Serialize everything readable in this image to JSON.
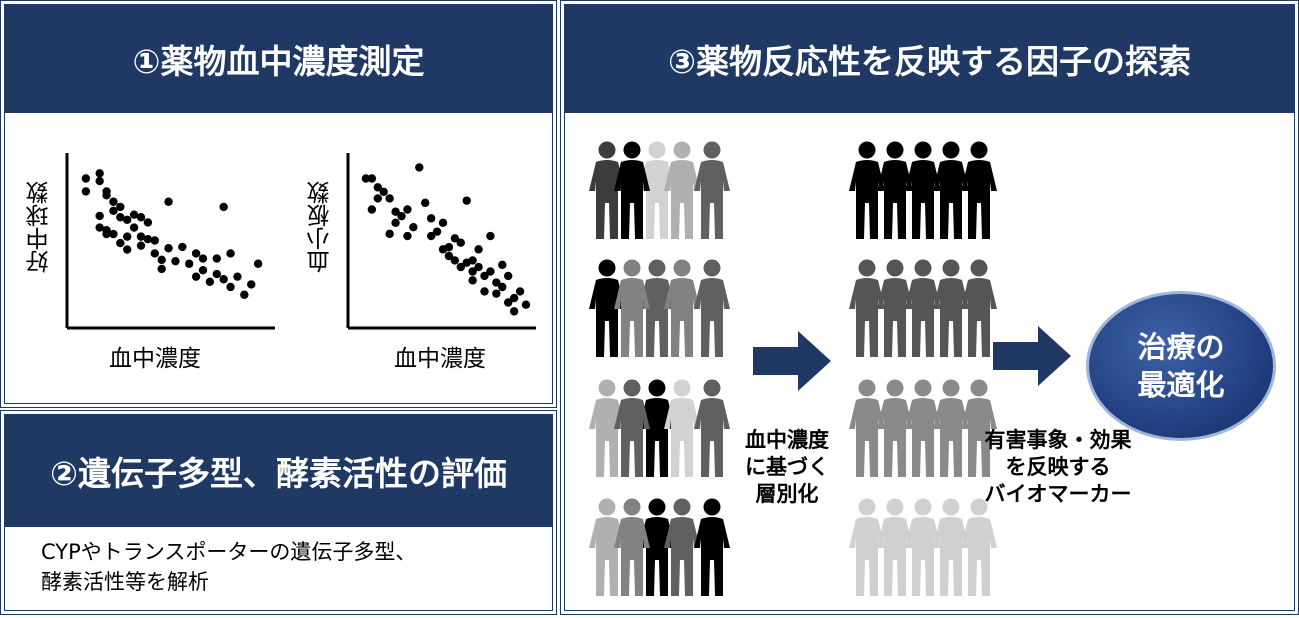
{
  "panel1": {
    "title": "①薬物血中濃度測定",
    "plot_left": {
      "ylabel": "好中球数",
      "xlabel": "血中濃度"
    },
    "plot_right": {
      "ylabel": "血小板数",
      "xlabel": "血中濃度"
    }
  },
  "panel2": {
    "title": "②遺伝子多型、酵素活性の評価",
    "body_line1": "CYPやトランスポーターの遺伝子多型、",
    "body_line2": "酵素活性等を解析"
  },
  "panel3": {
    "title": "③薬物反応性を反映する因子の探索",
    "step1_lines": [
      "血中濃度",
      "に基づく",
      "層別化"
    ],
    "step2_lines": [
      "有害事象・効果",
      "を反映する",
      "バイオマーカー"
    ],
    "result_lines": [
      "治療の",
      "最適化"
    ]
  },
  "colors": {
    "header_bg": "#1f3864",
    "arrow": "#1f3864",
    "ellipse": "#2b4f95"
  },
  "icons": {
    "person": "person-icon",
    "arrow": "right-arrow-icon"
  },
  "chart_data": [
    {
      "type": "scatter",
      "ylabel": "好中球数",
      "xlabel": "血中濃度",
      "points": [
        [
          1,
          10.8
        ],
        [
          1,
          9.8
        ],
        [
          3,
          11.2
        ],
        [
          3,
          10.6
        ],
        [
          4,
          9.8
        ],
        [
          4,
          9.5
        ],
        [
          5,
          9
        ],
        [
          5,
          8.3
        ],
        [
          6,
          8.6
        ],
        [
          6,
          7.8
        ],
        [
          3,
          7.9
        ],
        [
          3,
          7
        ],
        [
          4,
          6.5
        ],
        [
          5,
          6.5
        ],
        [
          7,
          7.6
        ],
        [
          7,
          6.3
        ],
        [
          7,
          5.3
        ],
        [
          8,
          8
        ],
        [
          8,
          7
        ],
        [
          9,
          7.8
        ],
        [
          9,
          6.3
        ],
        [
          9,
          5.6
        ],
        [
          10,
          7.4
        ],
        [
          10,
          6.1
        ],
        [
          11,
          6
        ],
        [
          11,
          5
        ],
        [
          12,
          4.5
        ],
        [
          12,
          3.8
        ],
        [
          13,
          9
        ],
        [
          13,
          5.4
        ],
        [
          14,
          4.4
        ],
        [
          15,
          5.5
        ],
        [
          16,
          4.2
        ],
        [
          17,
          5
        ],
        [
          17,
          3.2
        ],
        [
          18,
          4.6
        ],
        [
          18,
          3.7
        ],
        [
          19,
          2.8
        ],
        [
          20,
          4.6
        ],
        [
          20,
          3.4
        ],
        [
          21,
          8.6
        ],
        [
          21,
          3
        ],
        [
          22,
          5
        ],
        [
          22,
          2.4
        ],
        [
          23,
          3.2
        ],
        [
          24,
          1.8
        ],
        [
          25,
          2.6
        ],
        [
          26,
          4.2
        ],
        [
          4,
          6.8
        ],
        [
          6,
          5.8
        ]
      ]
    },
    {
      "type": "scatter",
      "ylabel": "血小板数",
      "xlabel": "血中濃度",
      "points": [
        [
          1,
          12.6
        ],
        [
          2,
          12.6
        ],
        [
          3,
          11.8
        ],
        [
          3,
          10.8
        ],
        [
          2,
          9.8
        ],
        [
          4,
          11.4
        ],
        [
          5,
          10.8
        ],
        [
          6,
          9.6
        ],
        [
          6,
          8.6
        ],
        [
          5,
          7.6
        ],
        [
          7,
          9.2
        ],
        [
          8,
          9.8
        ],
        [
          9,
          8.2
        ],
        [
          8,
          7.4
        ],
        [
          10,
          13.6
        ],
        [
          11,
          10.4
        ],
        [
          12,
          9
        ],
        [
          12,
          7.4
        ],
        [
          13,
          7.8
        ],
        [
          14,
          8.6
        ],
        [
          14,
          6.2
        ],
        [
          15,
          6.4
        ],
        [
          15,
          5.6
        ],
        [
          16,
          7.2
        ],
        [
          16,
          5.2
        ],
        [
          17,
          6.8
        ],
        [
          18,
          10.6
        ],
        [
          18,
          5
        ],
        [
          19,
          4.2
        ],
        [
          19,
          3.4
        ],
        [
          20,
          6.2
        ],
        [
          20,
          4.6
        ],
        [
          21,
          3.8
        ],
        [
          21,
          2.4
        ],
        [
          22,
          7.4
        ],
        [
          22,
          4.2
        ],
        [
          23,
          3.2
        ],
        [
          23,
          2.2
        ],
        [
          24,
          4.8
        ],
        [
          24,
          2.8
        ],
        [
          25,
          3.8
        ],
        [
          25,
          1.4
        ],
        [
          26,
          1.8
        ],
        [
          27,
          2.4
        ],
        [
          28,
          1.2
        ],
        [
          26,
          0.6
        ],
        [
          19,
          5.2
        ],
        [
          17,
          4.6
        ]
      ]
    }
  ]
}
